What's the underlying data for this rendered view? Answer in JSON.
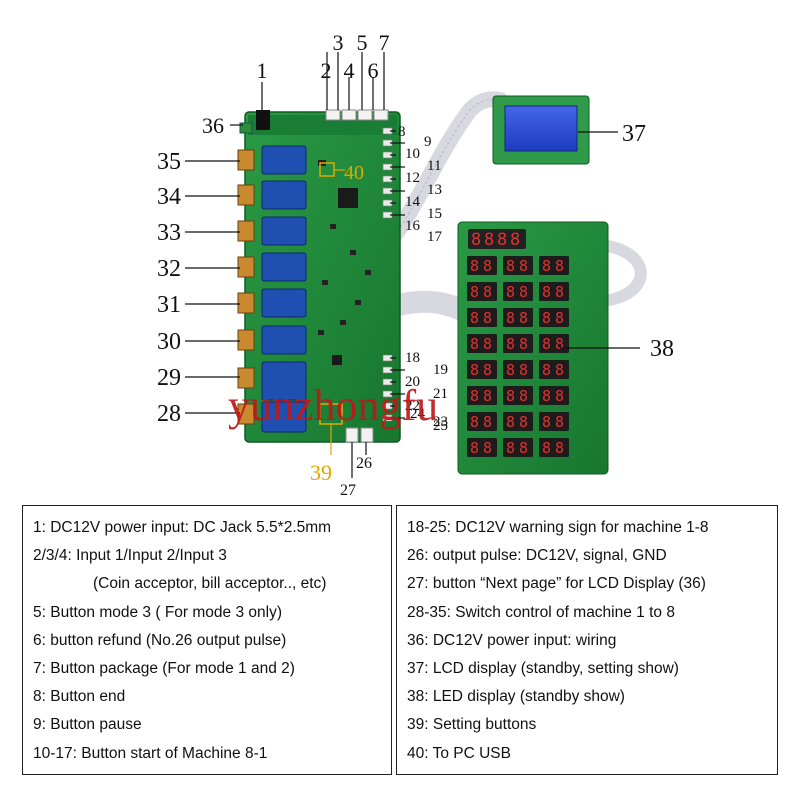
{
  "watermark": "yunzhongfu",
  "callouts": {
    "c1": "1",
    "c2": "2",
    "c3": "3",
    "c4": "4",
    "c5": "5",
    "c6": "6",
    "c7": "7",
    "c8": "8",
    "c9": "9",
    "c10": "10",
    "c11": "11",
    "c12": "12",
    "c13": "13",
    "c14": "14",
    "c15": "15",
    "c16": "16",
    "c17": "17",
    "c18": "18",
    "c19": "19",
    "c20": "20",
    "c21": "21",
    "c22": "22",
    "c23": "23",
    "c24": "24",
    "c25": "25",
    "c26": "26",
    "c27": "27",
    "c28": "28",
    "c29": "29",
    "c30": "30",
    "c31": "31",
    "c32": "32",
    "c33": "33",
    "c34": "34",
    "c35": "35",
    "c36": "36",
    "c37": "37",
    "c38": "38",
    "c39": "39",
    "c40": "40"
  },
  "legend": {
    "left": [
      "1: DC12V power input: DC Jack 5.5*2.5mm",
      "2/3/4: Input 1/Input 2/Input 3",
      "(Coin acceptor, bill acceptor.., etc)",
      "5: Button mode 3 ( For mode 3 only)",
      "6: button refund (No.26 output pulse)",
      "7: Button package (For mode 1 and 2)",
      "8: Button end",
      "9: Button pause",
      "10-17: Button start of Machine 8-1"
    ],
    "right": [
      "18-25: DC12V warning sign for machine 1-8",
      "26: output pulse: DC12V, signal, GND",
      "27: button “Next page” for LCD Display (36)",
      "28-35: Switch control of machine 1 to 8",
      "36: DC12V power input: wiring",
      "37: LCD display (standby, setting show)",
      "38: LED display (standby show)",
      "39: Setting buttons",
      "40: To PC USB"
    ]
  },
  "colors": {
    "pcb": "#1f8a3a",
    "relay": "#1f4fb0",
    "lcd": "#2b4ed6",
    "led_digit": "#e23030",
    "callout_40": "#e0a800",
    "watermark": "#c0171a"
  }
}
